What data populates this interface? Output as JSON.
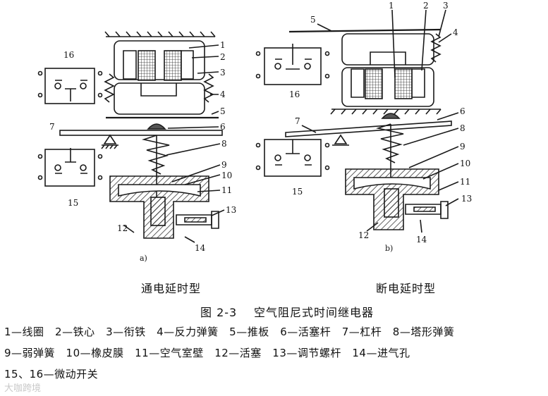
{
  "diagram": {
    "left_part_labels": [
      "1",
      "2",
      "3",
      "4",
      "5",
      "6",
      "7",
      "8",
      "9",
      "10",
      "11",
      "12",
      "13",
      "14",
      "15",
      "16"
    ],
    "right_part_labels": [
      "1",
      "2",
      "3",
      "4",
      "5",
      "6",
      "7",
      "8",
      "9",
      "10",
      "11",
      "12",
      "13",
      "14",
      "15",
      "16"
    ],
    "left_sublabel": "a)",
    "right_sublabel": "b)",
    "left_caption": "通电延时型",
    "right_caption": "断电延时型",
    "figure_number": "图 2-3",
    "figure_title": "空气阻尼式时间继电器"
  },
  "legend": {
    "line1": "1—线圈　2—铁心　3—衔铁　4—反力弹簧　5—推板　6—活塞杆　7—杠杆　8—塔形弹簧",
    "line2": "9—弱弹簧　10—橡皮膜　11—空气室壁　12—活塞　13—调节螺杆　14—进气孔",
    "line3": "15、16—微动开关"
  },
  "watermark": "大咖跨境"
}
